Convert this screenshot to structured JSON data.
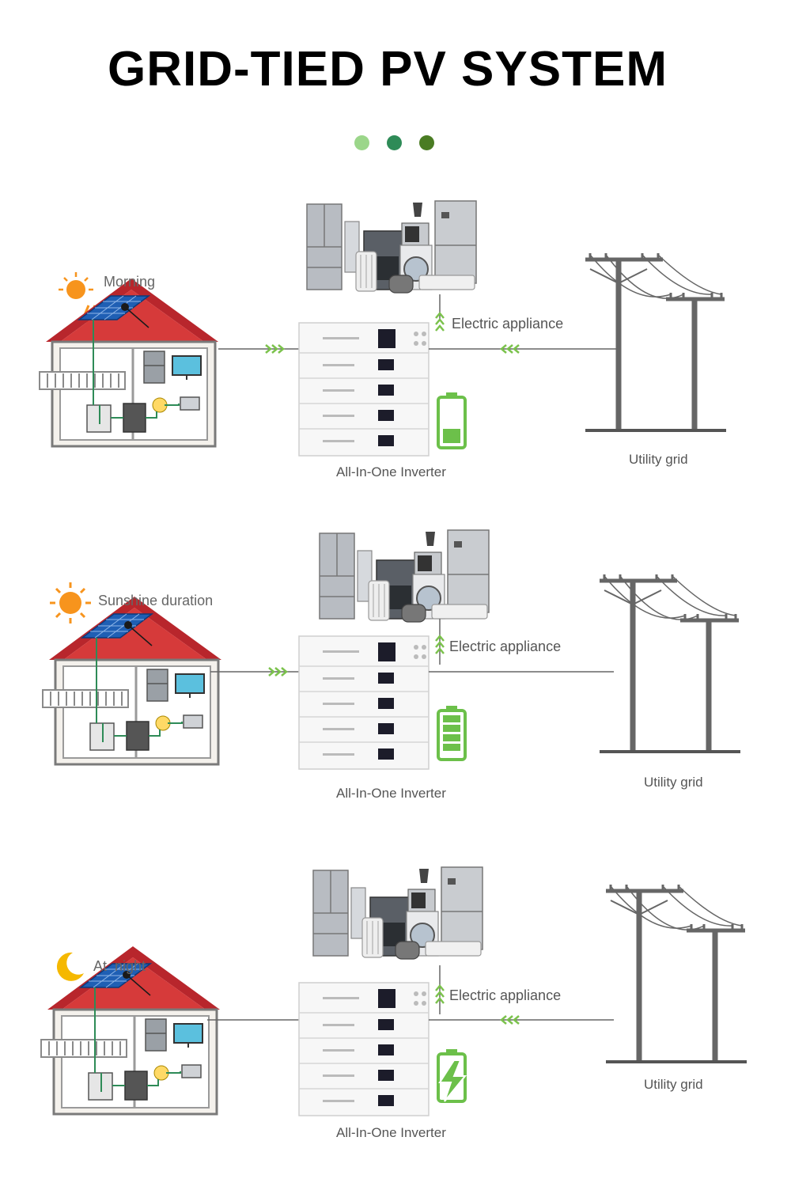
{
  "title": "GRID-TIED PV SYSTEM",
  "dots": [
    "#9bd68a",
    "#2e8b57",
    "#4a7c23"
  ],
  "colors": {
    "roof": "#c0272d",
    "accent_green": "#6cc04a",
    "sun": "#f7941d",
    "moon": "#f5b800"
  },
  "panels": [
    {
      "time_label": "Morning",
      "time_icon": "sun-rising-icon",
      "appliance_label": "Electric appliance",
      "inverter_label": "All-In-One Inverter",
      "grid_label": "Utility grid",
      "battery_state": "low"
    },
    {
      "time_label": "Sunshine duration",
      "time_icon": "sun-icon",
      "appliance_label": "Electric appliance",
      "inverter_label": "All-In-One Inverter",
      "grid_label": "Utility grid",
      "battery_state": "full"
    },
    {
      "time_label": "At  night",
      "time_icon": "moon-icon",
      "appliance_label": "Electric appliance",
      "inverter_label": "All-In-One Inverter",
      "grid_label": "Utility grid",
      "battery_state": "charging"
    }
  ]
}
